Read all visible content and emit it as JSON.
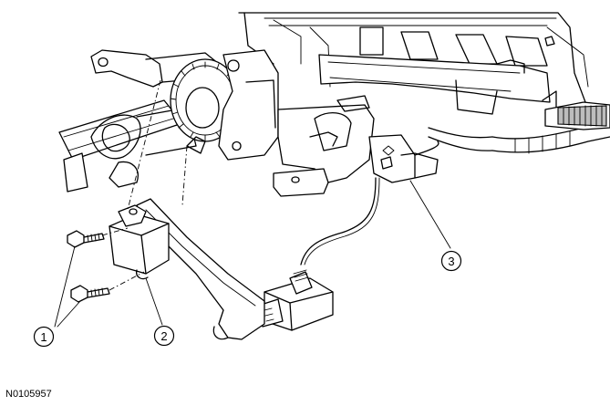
{
  "figure_id": "N0105957",
  "callouts": [
    {
      "number": "1"
    },
    {
      "number": "2"
    },
    {
      "number": "3"
    }
  ]
}
